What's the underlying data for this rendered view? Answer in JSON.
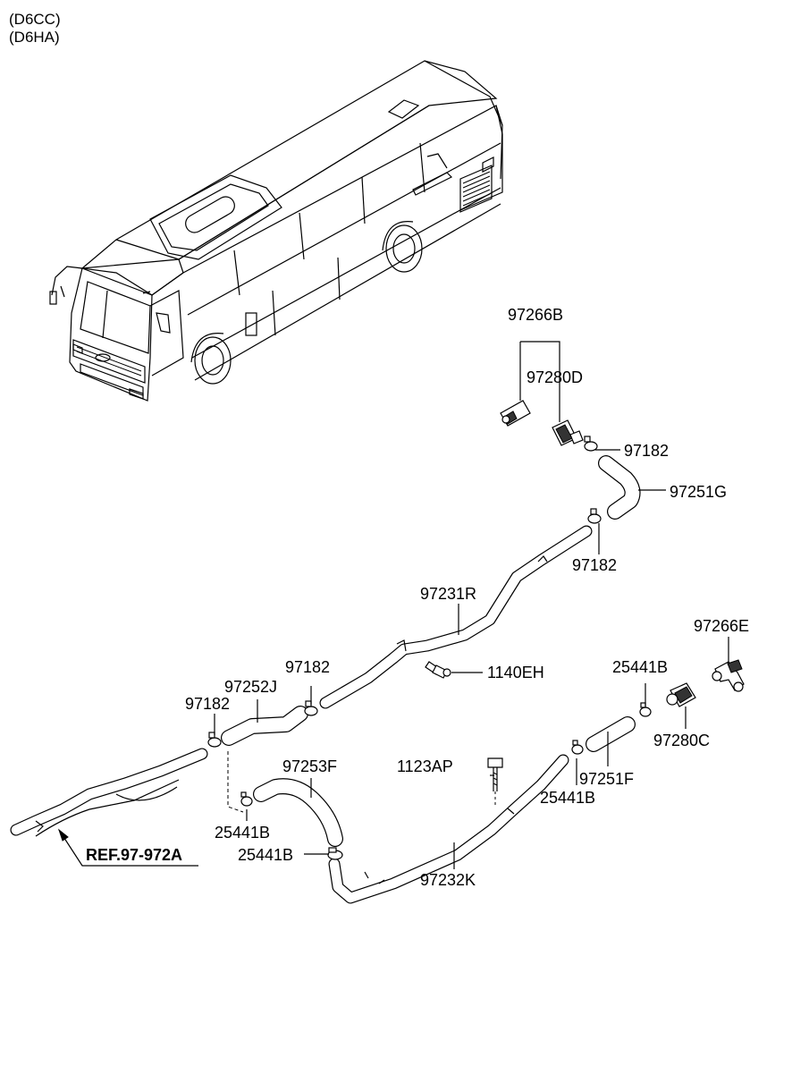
{
  "engine_codes": [
    "(D6CC)",
    "(D6HA)"
  ],
  "parts": {
    "p97266B": "97266B",
    "p97280D": "97280D",
    "p97182_a": "97182",
    "p97251G": "97251G",
    "p97182_b": "97182",
    "p97231R": "97231R",
    "p97266E": "97266E",
    "p97182_c": "97182",
    "p25441B_a": "25441B",
    "p97252J": "97252J",
    "p1140EH": "1140EH",
    "p97182_d": "97182",
    "p97280C": "97280C",
    "p97253F": "97253F",
    "p1123AP": "1123AP",
    "p97251F": "97251F",
    "p25441B_b": "25441B",
    "p25441B_c": "25441B",
    "p25441B_d": "25441B",
    "p97232K": "97232K"
  },
  "reference": "REF.97-972A"
}
